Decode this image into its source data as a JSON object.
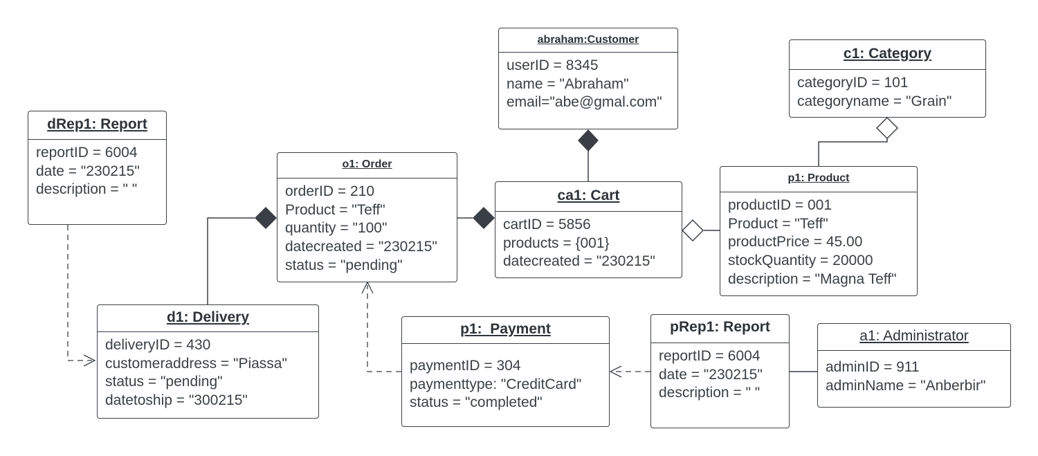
{
  "objects": {
    "customer": {
      "title": "abraham:Customer",
      "attrs": [
        "userID = 8345",
        "name = \"Abraham\"",
        "email=\"abe@gmal.com\""
      ]
    },
    "category": {
      "title": "c1: Category",
      "attrs": [
        "categoryID = 101",
        "categoryname = \"Grain\""
      ]
    },
    "report_d": {
      "title": "dRep1: Report",
      "attrs": [
        "reportID = 6004",
        "date = \"230215\"",
        "description = \" \""
      ]
    },
    "order": {
      "title": "o1: Order",
      "attrs": [
        "orderID = 210",
        "Product = \"Teff\"",
        "quantity = \"100\"",
        "datecreated = \"230215\"",
        "status = \"pending\""
      ]
    },
    "cart": {
      "title": "ca1: Cart",
      "attrs": [
        "cartID = 5856",
        "products = {001}",
        "datecreated = \"230215\""
      ]
    },
    "product": {
      "title": "p1: Product",
      "attrs": [
        "productID = 001",
        "Product = \"Teff\"",
        "productPrice =  45.00",
        "stockQuantity = 20000",
        "description = \"Magna Teff\""
      ]
    },
    "delivery": {
      "title": "d1: Delivery",
      "attrs": [
        "deliveryID = 430",
        "customeraddress = \"Piassa\"",
        "status = \"pending\"",
        "datetoship = \"300215\""
      ]
    },
    "payment": {
      "title": "p1:  Payment",
      "attrs": [
        "paymentID = 304",
        "paymenttype: \"CreditCard\"",
        "status = \"completed\""
      ]
    },
    "report_p": {
      "title": "pRep1: Report",
      "attrs": [
        "reportID = 6004",
        "date = \"230215\"",
        "description = \" \""
      ]
    },
    "admin": {
      "title": "a1: Administrator",
      "attrs": [
        "adminID = 911",
        "adminName = \"Anberbir\""
      ]
    }
  },
  "colors": {
    "line": "#3a3f45",
    "fill": "#ffffff"
  }
}
